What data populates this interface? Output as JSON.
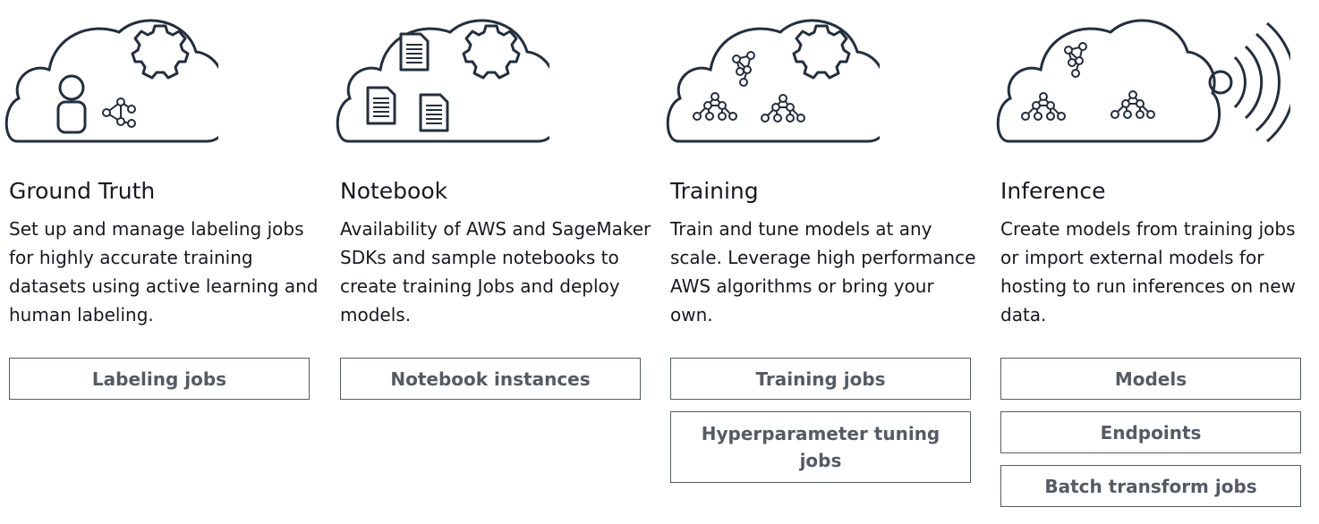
{
  "cards": [
    {
      "icon": "cloud-person-gear-icon",
      "title": "Ground Truth",
      "description": "Set up and manage labeling jobs for highly accurate training datasets using active learning and human labeling.",
      "buttons": [
        "Labeling jobs"
      ]
    },
    {
      "icon": "cloud-notebooks-gear-icon",
      "title": "Notebook",
      "description": "Availability of AWS and SageMaker SDKs and sample notebooks to create training Jobs and deploy models.",
      "buttons": [
        "Notebook instances"
      ]
    },
    {
      "icon": "cloud-models-gear-icon",
      "title": "Training",
      "description": "Train and tune models at any scale. Leverage high performance AWS algorithms or bring your own.",
      "buttons": [
        "Training jobs",
        "Hyperparameter tuning jobs"
      ]
    },
    {
      "icon": "cloud-models-broadcast-icon",
      "title": "Inference",
      "description": "Create models from training jobs or import external models for hosting to run inferences on new data.",
      "buttons": [
        "Models",
        "Endpoints",
        "Batch transform jobs"
      ]
    }
  ],
  "colors": {
    "text": "#16191f",
    "button_border": "#545b64",
    "button_text": "#545b64",
    "icon_stroke": "#232f3e"
  }
}
